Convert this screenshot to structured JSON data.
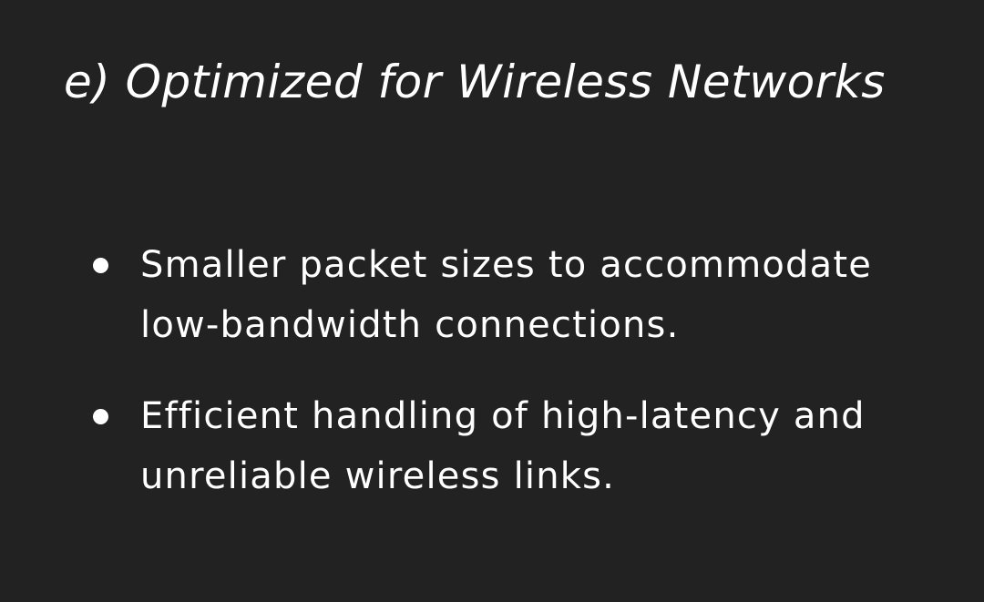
{
  "slide": {
    "heading": "e) Optimized for Wireless Networks",
    "bullets": [
      {
        "text": "Smaller packet sizes to accommodate low-bandwidth connections."
      },
      {
        "text": "Efficient handling of high-latency and unreliable wireless links."
      }
    ]
  },
  "colors": {
    "background": "#222222",
    "text": "#ffffff"
  }
}
